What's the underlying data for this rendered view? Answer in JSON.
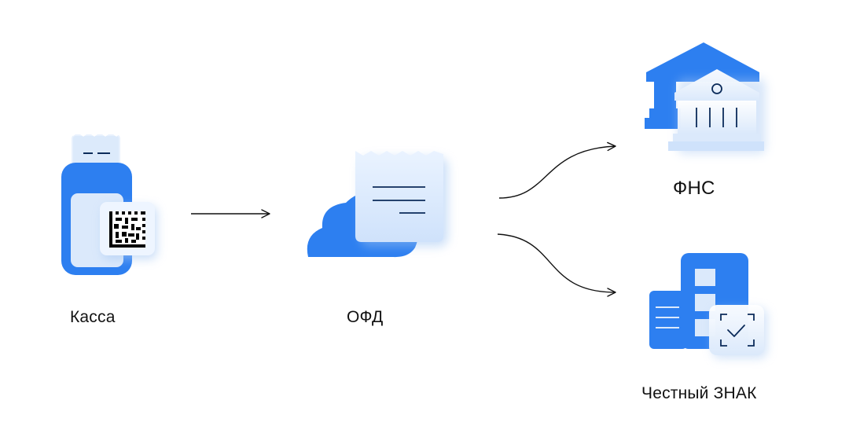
{
  "nodes": {
    "kassa": {
      "label": "Касса"
    },
    "ofd": {
      "label": "ОФД"
    },
    "fns": {
      "label": "ФНС"
    },
    "znak": {
      "label": "Честный ЗНАК"
    }
  },
  "edges": [
    {
      "from": "kassa",
      "to": "ofd"
    },
    {
      "from": "ofd",
      "to": "fns"
    },
    {
      "from": "ofd",
      "to": "znak"
    }
  ],
  "colors": {
    "accent_blue": "#2d7ff0",
    "light_blue": "#dbe9fb",
    "arrow": "#111111",
    "text": "#111111"
  },
  "icons": {
    "kassa": "cash-register-icon",
    "ofd": "cloud-receipt-icon",
    "fns": "tax-office-building-icon",
    "znak": "marking-building-check-icon"
  }
}
